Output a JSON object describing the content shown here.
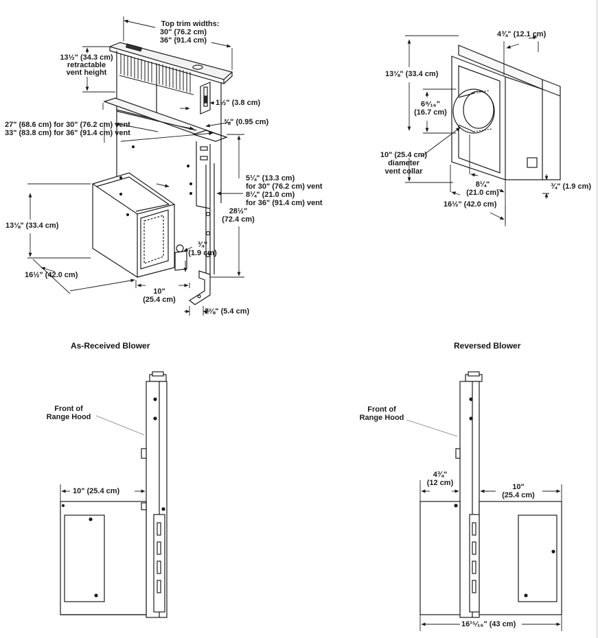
{
  "top_left": {
    "trim_title": "Top trim widths:",
    "trim_30": "30\" (76.2 cm)",
    "trim_36": "36\" (91.4 cm)",
    "vent_height_1": "13½\" (34.3 cm)",
    "vent_height_2": "retractable",
    "vent_height_3": "vent height",
    "dim_1_5": "1½\" (3.8 cm)",
    "dim_3_8": "⅜\" (0.95 cm)",
    "width_30": "27\" (68.6 cm) for 30\" (76.2 cm) vent",
    "width_36": "33\" (83.8 cm) for 36\" (91.4 cm) vent",
    "dim_5_1": "5¼\" (13.3 cm)",
    "dim_5_2": "for 30\" (76.2 cm) vent",
    "dim_8_1": "8¼\" (21.0 cm)",
    "dim_8_2": "for 36\" (91.4 cm) vent",
    "dim_28_1": "28½\"",
    "dim_28_2": "(72.4 cm)",
    "height_13": "13⅛\" (33.4 cm)",
    "dim_3_4a": "¾\"",
    "dim_3_4b": "(1.9 cm)",
    "depth_16": "16½\" (42.0 cm)",
    "dim_10a": "10\"",
    "dim_10b": "(25.4 cm)",
    "dim_2_1_8": "2⅛\" (5.4 cm)"
  },
  "top_right": {
    "dim_4_3_4": "4¾\" (12.1 cm)",
    "height_13": "13⅛\" (33.4 cm)",
    "dim_6a": "6⁹⁄₁₆\"",
    "dim_6b": "(16.7 cm)",
    "collar_1": "10\" (25.4 cm)",
    "collar_2": "diameter",
    "collar_3": "vent collar",
    "dim_8a": "8¼\"",
    "dim_8b": "(21.0 cm)",
    "dim_3_4": "¾\" (1.9 cm)",
    "depth_16": "16½\" (42.0 cm)"
  },
  "bottom_left": {
    "title": "As-Received Blower",
    "front_1": "Front of",
    "front_2": "Range Hood",
    "dim_10": "10\" (25.4 cm)"
  },
  "bottom_right": {
    "title": "Reversed Blower",
    "front_1": "Front of",
    "front_2": "Range Hood",
    "dim_4a": "4¾\"",
    "dim_4b": "(12 cm)",
    "dim_10a": "10\"",
    "dim_10b": "(25.4 cm)",
    "dim_total": "16¹⁵⁄₁₆\" (43 cm)"
  },
  "colors": {
    "ink": "#1a1a1a",
    "leader_gray": "#9a9a9a"
  }
}
